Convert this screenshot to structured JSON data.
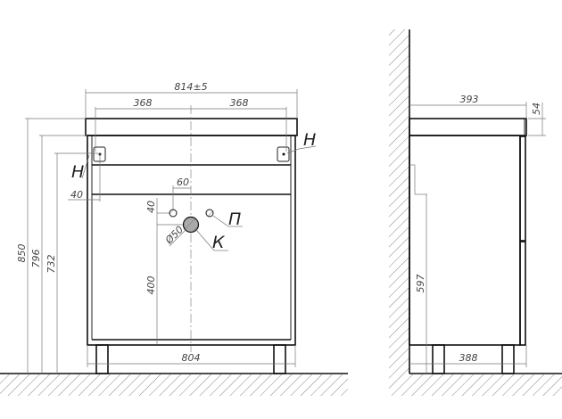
{
  "front_view": {
    "width_total": "814±5",
    "half_left": "368",
    "half_right": "368",
    "height_total": "850",
    "height_top_underside": "796",
    "height_mount": "732",
    "mount_offset": "40",
    "mount_label_left": "Н",
    "mount_label_right": "Н",
    "pipe_spacing": "60",
    "pipe_vertical_offset": "40",
    "drain_diameter": "Ø50",
    "drain_label": "К",
    "supply_label": "П",
    "drain_height": "400",
    "body_width": "804"
  },
  "side_view": {
    "depth_top": "393",
    "top_thickness": "54",
    "height_597": "597",
    "depth_body": "388"
  }
}
